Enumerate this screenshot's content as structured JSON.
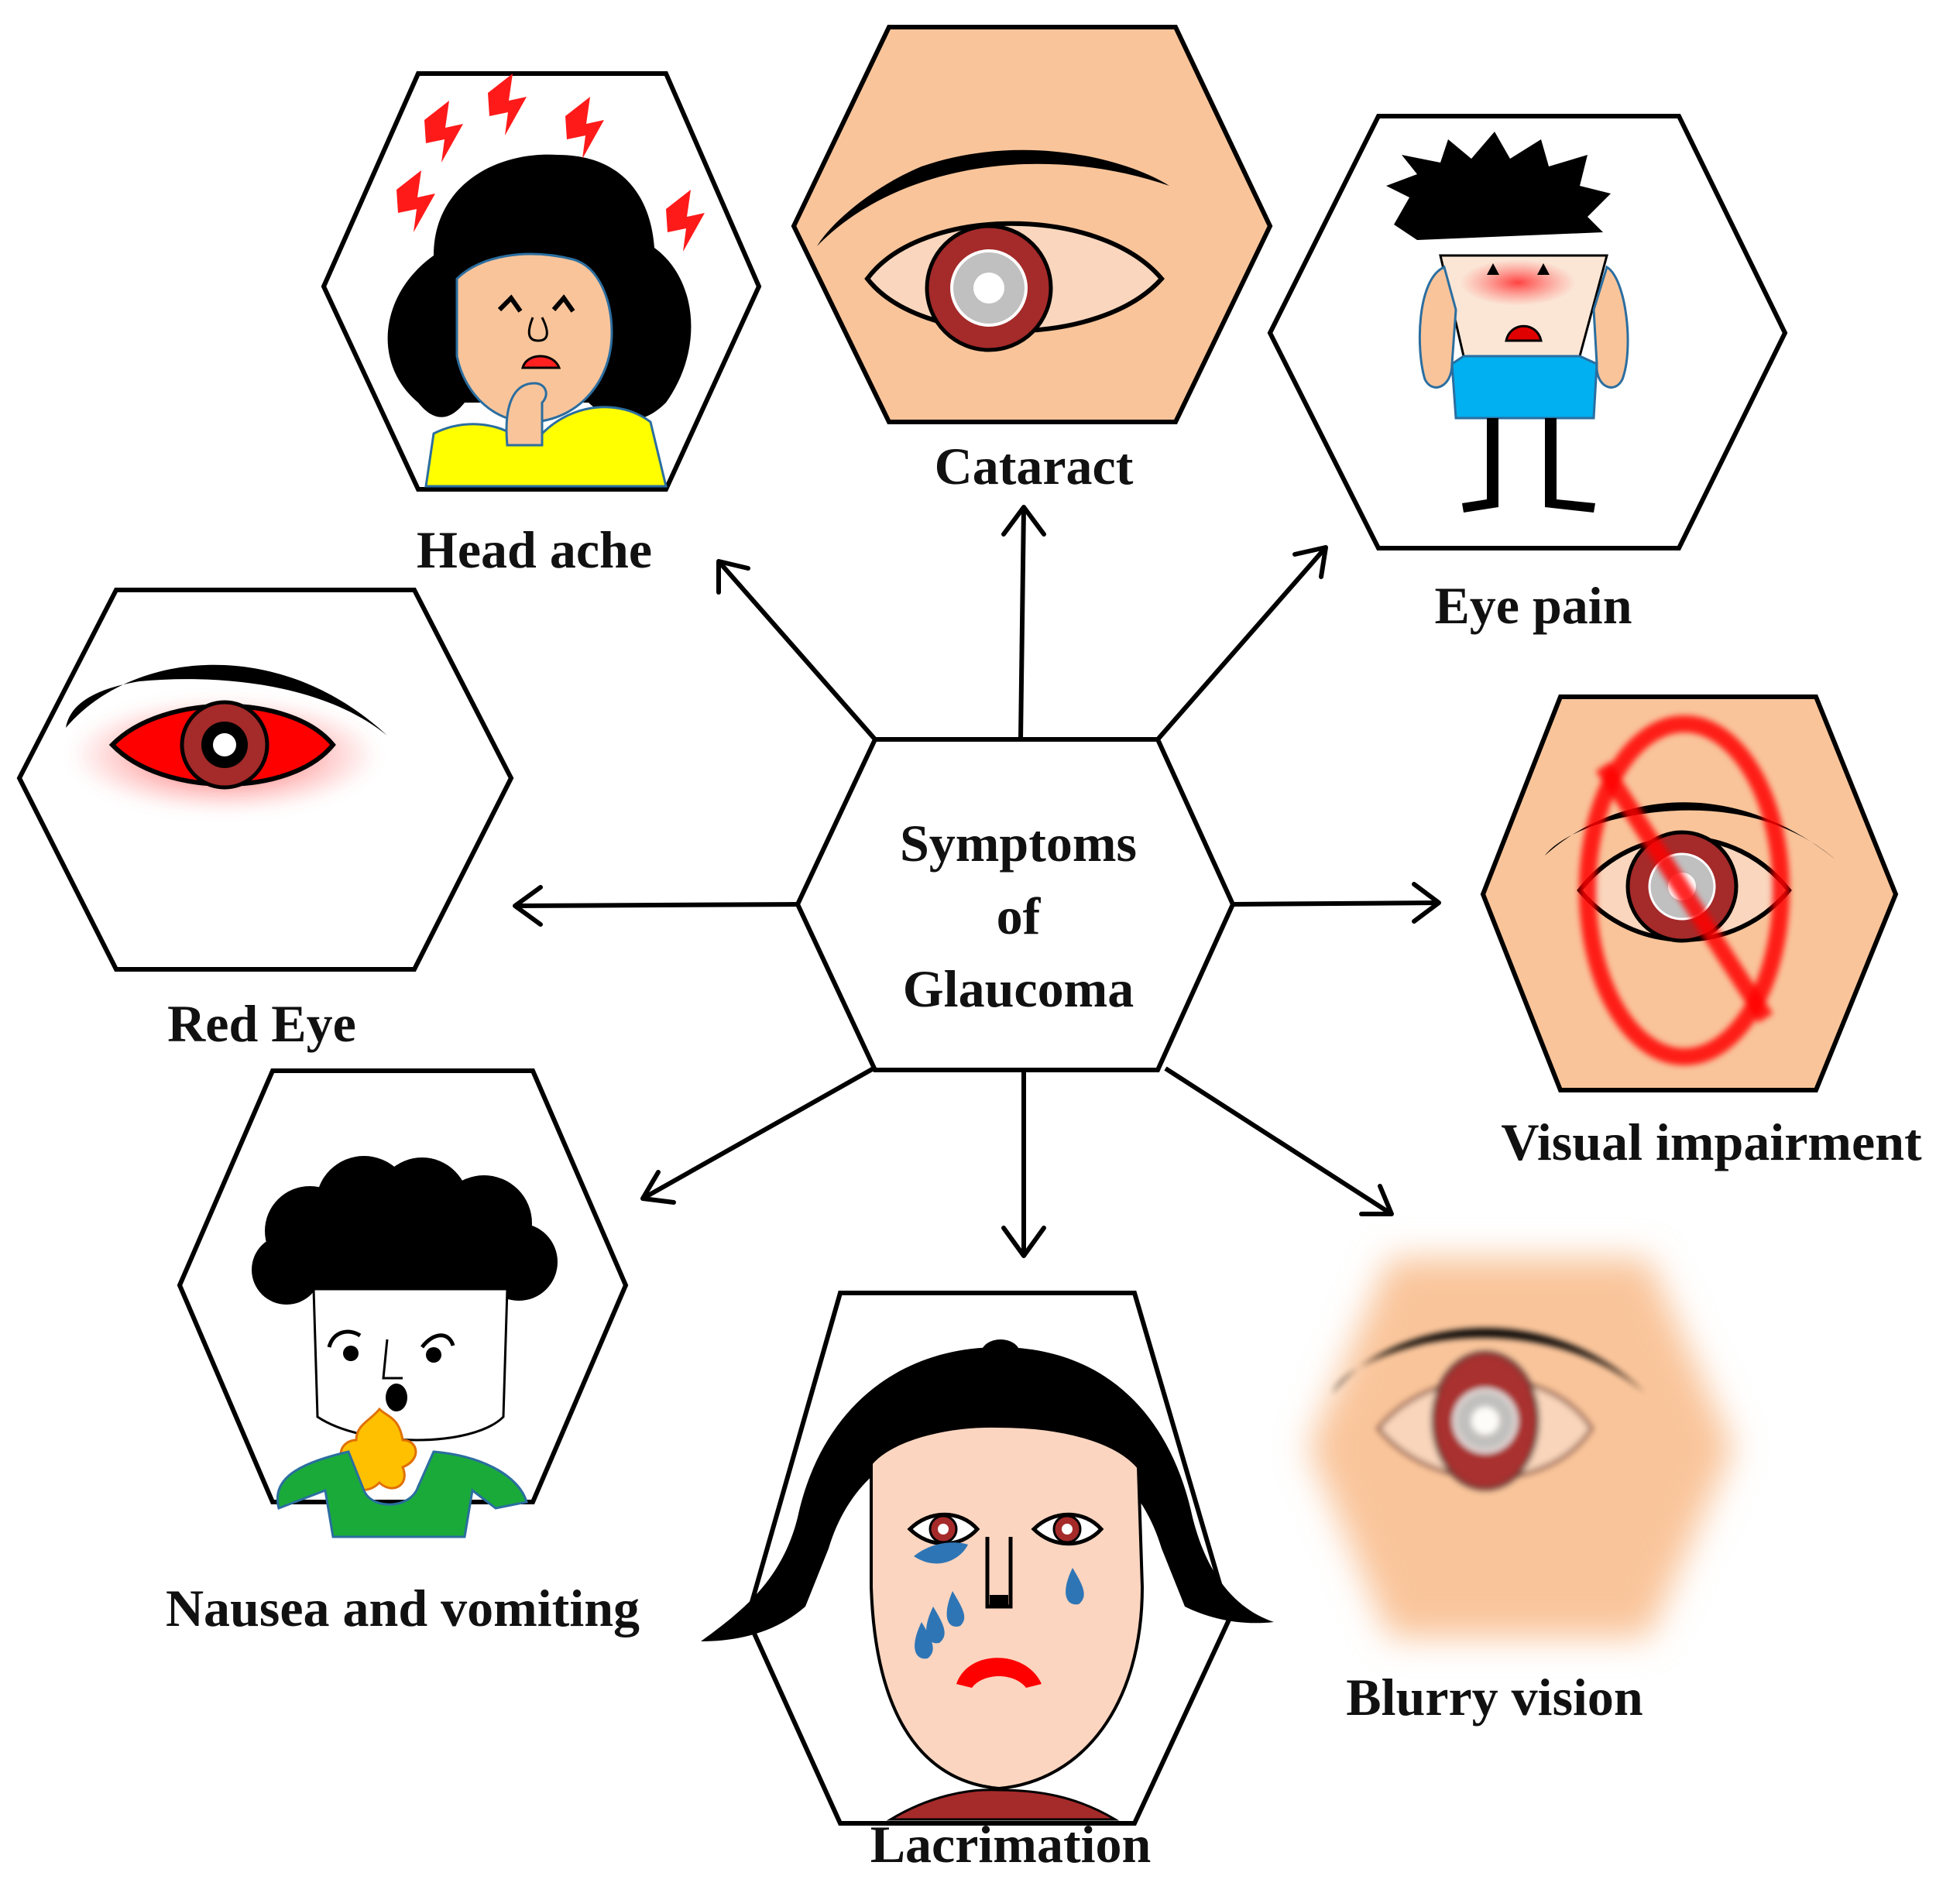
{
  "diagram": {
    "center": {
      "lines": [
        "Symptoms",
        "of",
        "Glaucoma"
      ]
    },
    "symptoms": [
      {
        "id": "head-ache",
        "label": "Head ache",
        "icon": "headache-girl-icon"
      },
      {
        "id": "cataract",
        "label": "Cataract",
        "icon": "cataract-eye-icon"
      },
      {
        "id": "eye-pain",
        "label": "Eye pain",
        "icon": "eye-pain-boy-icon"
      },
      {
        "id": "red-eye",
        "label": "Red Eye",
        "icon": "red-eye-icon"
      },
      {
        "id": "visual-impairment",
        "label": "Visual impairment",
        "icon": "crossed-eye-icon"
      },
      {
        "id": "nausea",
        "label": "Nausea and vomiting",
        "icon": "vomiting-boy-icon"
      },
      {
        "id": "lacrimation",
        "label": "Lacrimation",
        "icon": "crying-woman-icon"
      },
      {
        "id": "blurry-vision",
        "label": "Blurry vision",
        "icon": "blurry-eye-icon"
      }
    ],
    "colors": {
      "skin": "#f9c49a",
      "iris": "#a52a2a",
      "red": "#ff0000",
      "yellow_shirt": "#ffff00",
      "blue_shirt": "#00b0f0",
      "green_shirt": "#1aaa3a",
      "tear": "#2e75b6"
    }
  }
}
